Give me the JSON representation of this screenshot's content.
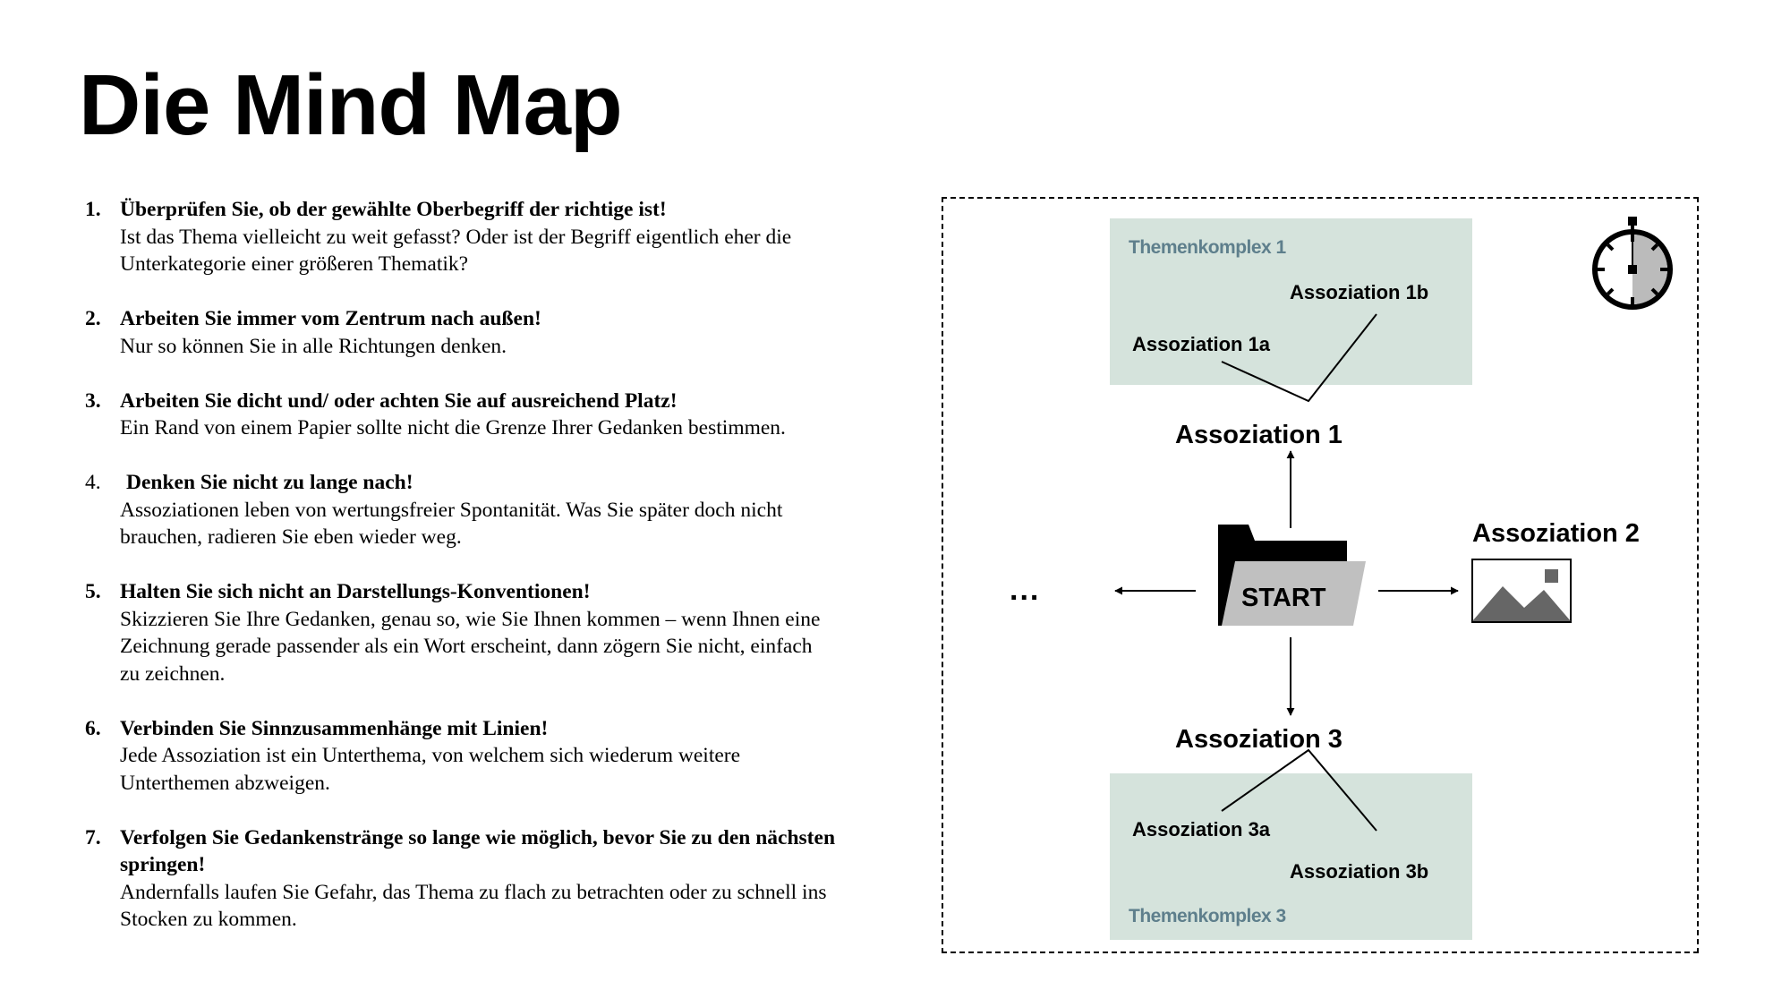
{
  "title": "Die Mind Map",
  "tips": [
    {
      "number": "1.",
      "heading": "Überprüfen Sie, ob der gewählte Oberbegriff der richtige ist!",
      "body": "Ist das Thema vielleicht zu weit gefasst? Oder ist der Begriff eigentlich eher die Unterkategorie einer größeren Thematik?"
    },
    {
      "number": "2.",
      "heading": "Arbeiten Sie immer vom Zentrum nach außen!",
      "body": "Nur so können Sie in alle Richtungen denken."
    },
    {
      "number": "3.",
      "heading": "Arbeiten Sie dicht und/ oder achten Sie auf ausreichend Platz!",
      "body": "Ein Rand von einem Papier sollte nicht die Grenze Ihrer Gedanken bestimmen."
    },
    {
      "number": "4.",
      "heading": "Denken Sie nicht zu lange nach!",
      "body": "Assoziationen leben von wertungsfreier Spontanität. Was Sie später doch nicht brauchen, radieren Sie eben wieder weg."
    },
    {
      "number": "5.",
      "heading": "Halten Sie sich nicht an Darstellungs-Konventionen!",
      "body": "Skizzieren Sie Ihre Gedanken, genau so, wie Sie Ihnen kommen – wenn Ihnen eine Zeichnung gerade passender als ein Wort erscheint, dann zögern Sie nicht, einfach zu zeichnen."
    },
    {
      "number": "6.",
      "heading": "Verbinden Sie Sinnzusammenhänge mit Linien!",
      "body": "Jede Assoziation ist ein Unterthema, von welchem sich wiederum weitere Unterthemen abzweigen."
    },
    {
      "number": "7.",
      "heading": "Verfolgen Sie Gedankenstränge so lange wie möglich, bevor Sie zu den nächsten springen!",
      "body": "Andernfalls laufen Sie Gefahr, das Thema zu flach zu betrachten oder zu schnell ins Stocken zu kommen."
    }
  ],
  "diagram": {
    "start": "START",
    "ellipsis": "...",
    "cluster1": {
      "label": "Themenkomplex 1",
      "sub_a": "Assoziation 1a",
      "sub_b": "Assoziation 1b"
    },
    "cluster3": {
      "label": "Themenkomplex 3",
      "sub_a": "Assoziation 3a",
      "sub_b": "Assoziation 3b"
    },
    "assoc1": "Assoziation 1",
    "assoc2": "Assoziation 2",
    "assoc3": "Assoziation 3",
    "icons": [
      "folder-icon",
      "stopwatch-icon",
      "image-icon"
    ],
    "colors": {
      "cluster_fill": "#d5e3dc",
      "cluster_label": "#5e7f8c",
      "folder_front": "#c0c0c0",
      "image_mountains": "#666666"
    }
  }
}
